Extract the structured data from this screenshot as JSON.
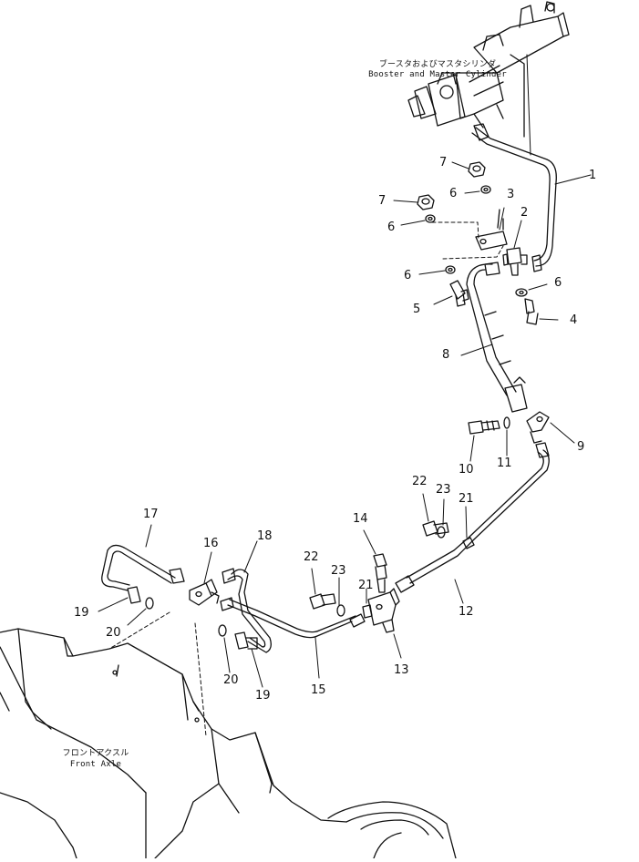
{
  "captions": {
    "booster_jp": "ブースタおよびマスタシリンダ",
    "booster_en": "Booster and Master Cylinder",
    "front_axle_jp": "フロントアクスル",
    "front_axle_en": "Front Axle"
  },
  "callouts": {
    "c1": "1",
    "c2": "2",
    "c3": "3",
    "c4": "4",
    "c5": "5",
    "c6a": "6",
    "c6b": "6",
    "c6c": "6",
    "c6d": "6",
    "c7a": "7",
    "c7b": "7",
    "c8": "8",
    "c9": "9",
    "c10": "10",
    "c11": "11",
    "c12": "12",
    "c13": "13",
    "c14": "14",
    "c15": "15",
    "c16": "16",
    "c17": "17",
    "c18": "18",
    "c19a": "19",
    "c19b": "19",
    "c20a": "20",
    "c20b": "20",
    "c21a": "21",
    "c21b": "21",
    "c22a": "22",
    "c22b": "22",
    "c23a": "23",
    "c23b": "23"
  }
}
